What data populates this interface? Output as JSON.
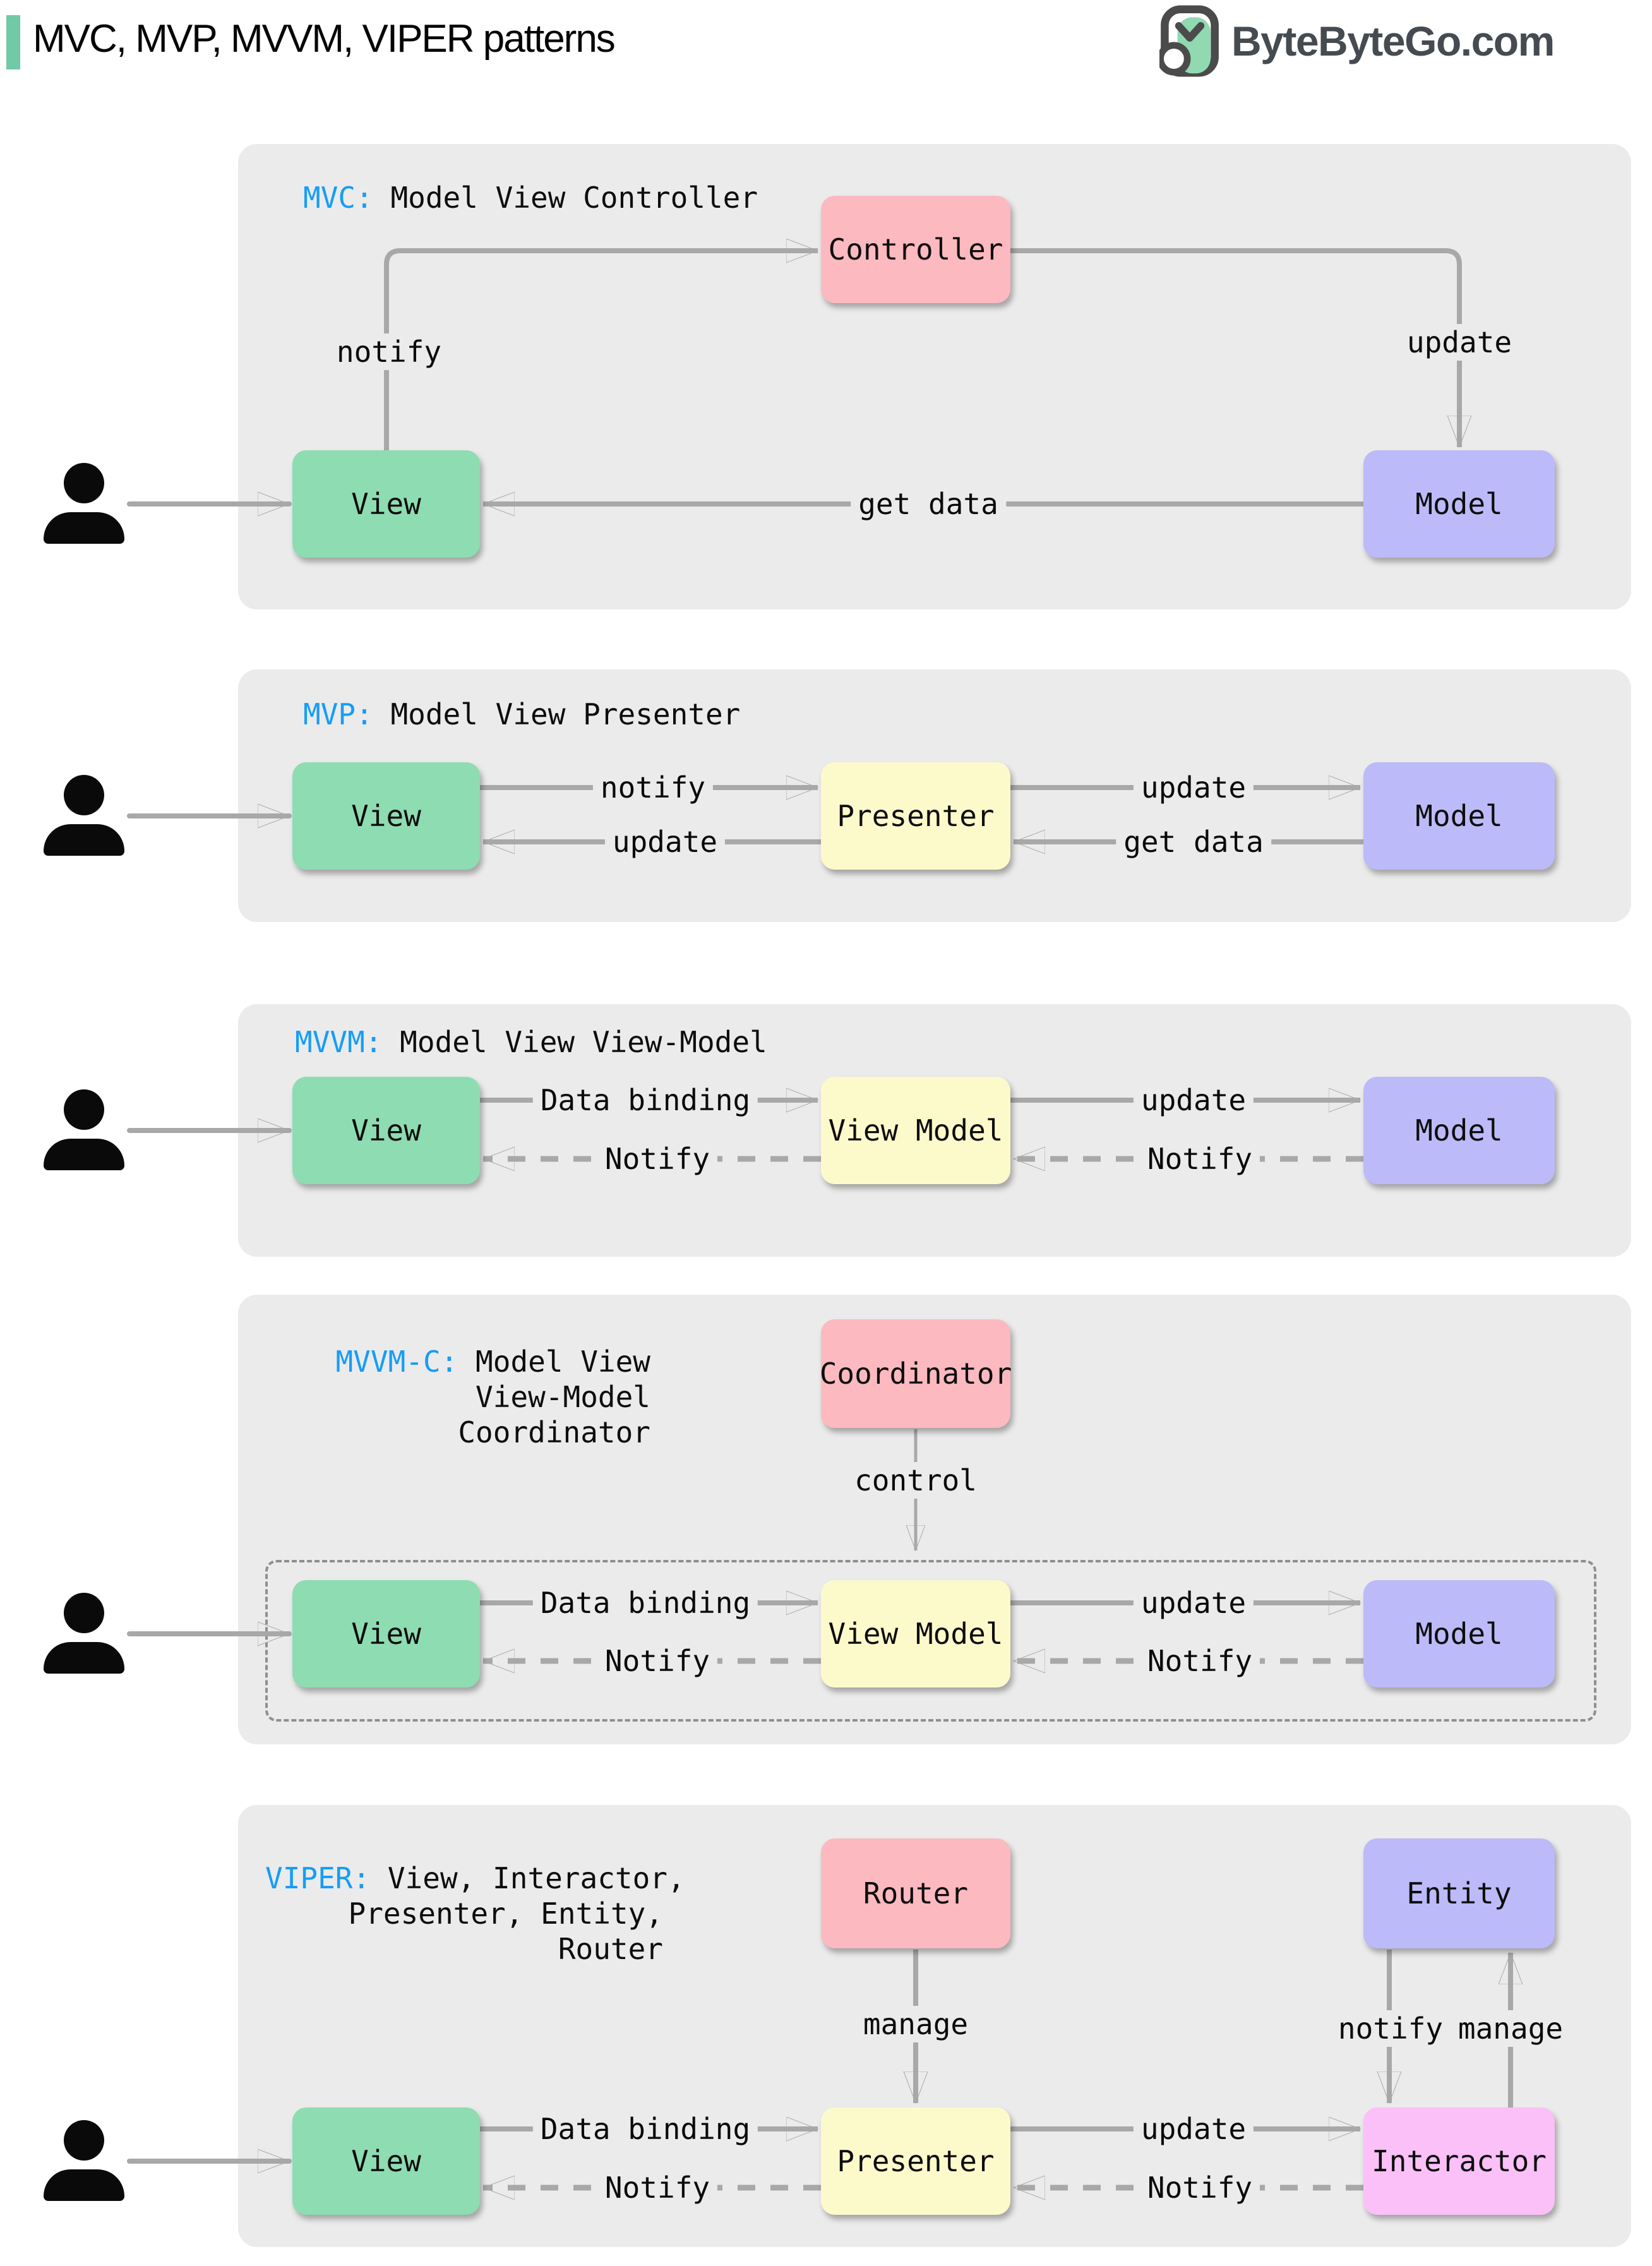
{
  "header": {
    "title": "MVC, MVP, MVVM, VIPER patterns",
    "brand": "ByteByteGo.com"
  },
  "colors": {
    "accent": "#6fcaa5",
    "blue": "#169df6",
    "panel": "#ebebeb",
    "arrow": "#a8a8a8",
    "box_green": "#8edcb2",
    "box_pink": "#fdb9c0",
    "box_purple": "#bcbaf8",
    "box_yellow": "#fcfacb",
    "box_magenta": "#fbc0f8",
    "person": "#0a0a0a"
  },
  "panels": [
    {
      "id": "mvc",
      "title_prefix": "MVC:",
      "title_lines": [
        " Model View Controller"
      ],
      "boxes": {
        "controller": "Controller",
        "view": "View",
        "model": "Model"
      },
      "edges": {
        "notify": "notify",
        "update": "update",
        "get_data": "get data"
      }
    },
    {
      "id": "mvp",
      "title_prefix": "MVP:",
      "title_lines": [
        " Model View Presenter"
      ],
      "boxes": {
        "view": "View",
        "presenter": "Presenter",
        "model": "Model"
      },
      "edges": {
        "notify": "notify",
        "update_model": "update",
        "get_data": "get data",
        "update_view": "update"
      }
    },
    {
      "id": "mvvm",
      "title_prefix": "MVVM:",
      "title_lines": [
        " Model View View-Model"
      ],
      "boxes": {
        "view": "View",
        "view_model": "View Model",
        "model": "Model"
      },
      "edges": {
        "data_binding": "Data binding",
        "update": "update",
        "notify_view": "Notify",
        "notify_vm": "Notify"
      }
    },
    {
      "id": "mvvm-c",
      "title_prefix": "MVVM-C:",
      "title_lines": [
        " Model View",
        "View-Model",
        "Coordinator"
      ],
      "boxes": {
        "coordinator": "Coordinator",
        "view": "View",
        "view_model": "View Model",
        "model": "Model"
      },
      "edges": {
        "control": "control",
        "data_binding": "Data binding",
        "update": "update",
        "notify_view": "Notify",
        "notify_vm": "Notify"
      }
    },
    {
      "id": "viper",
      "title_prefix": "VIPER:",
      "title_lines": [
        " View, Interactor,",
        "Presenter, Entity,",
        "Router"
      ],
      "boxes": {
        "router": "Router",
        "entity": "Entity",
        "view": "View",
        "presenter": "Presenter",
        "interactor": "Interactor"
      },
      "edges": {
        "manage_router": "manage",
        "notify_entity": "notify",
        "manage_entity": "manage",
        "data_binding": "Data binding",
        "update": "update",
        "notify_view": "Notify",
        "notify_presenter": "Notify"
      }
    }
  ]
}
